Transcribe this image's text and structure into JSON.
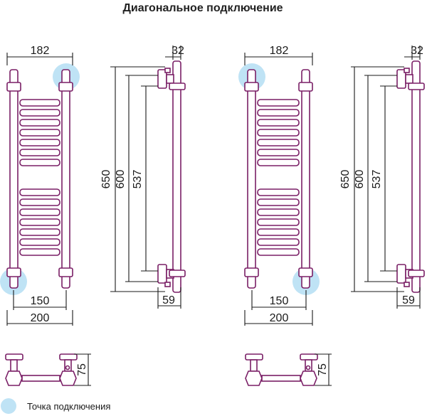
{
  "title": "Диагональное подключение",
  "colors": {
    "pipe": "#7a1f66",
    "connection_point": "#bfe3f5",
    "dimension_line": "#1a1a1a"
  },
  "front_dimensions": {
    "top_width": "182",
    "bottom_inner": "150",
    "bottom_outer": "200"
  },
  "side_dimensions": {
    "depth_top": "32",
    "height_total": "650",
    "height_mid": "600",
    "height_inner": "537",
    "depth_bottom": "59"
  },
  "bottom_view": {
    "depth": "75"
  },
  "legend": {
    "label": "Точка подключения",
    "icon": "circle-connection-point-icon"
  }
}
